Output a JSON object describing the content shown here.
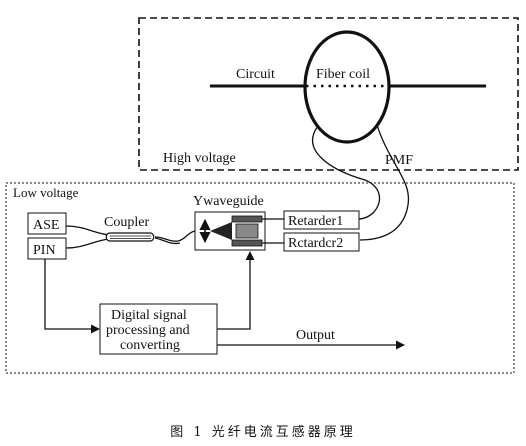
{
  "high_voltage_region": {
    "label": "High voltage"
  },
  "low_voltage_region": {
    "label": "Low voltage"
  },
  "circuit": {
    "label": "Circuit"
  },
  "fiber_coil": {
    "label": "Fiber coil"
  },
  "pmf": {
    "label": "PMF"
  },
  "ase": {
    "label": "ASE"
  },
  "pin": {
    "label": "PIN"
  },
  "coupler": {
    "label": "Coupler"
  },
  "ywaveguide": {
    "label": "Ywaveguide"
  },
  "retarder1": {
    "label": "Retarder1"
  },
  "retarder2": {
    "label": "Rctardcr2"
  },
  "dsp": {
    "line1": "Digital signal",
    "line2": "processing and",
    "line3": "converting"
  },
  "output": {
    "label": "Output"
  },
  "caption": {
    "text": "图 1  光纤电流互感器原理"
  }
}
